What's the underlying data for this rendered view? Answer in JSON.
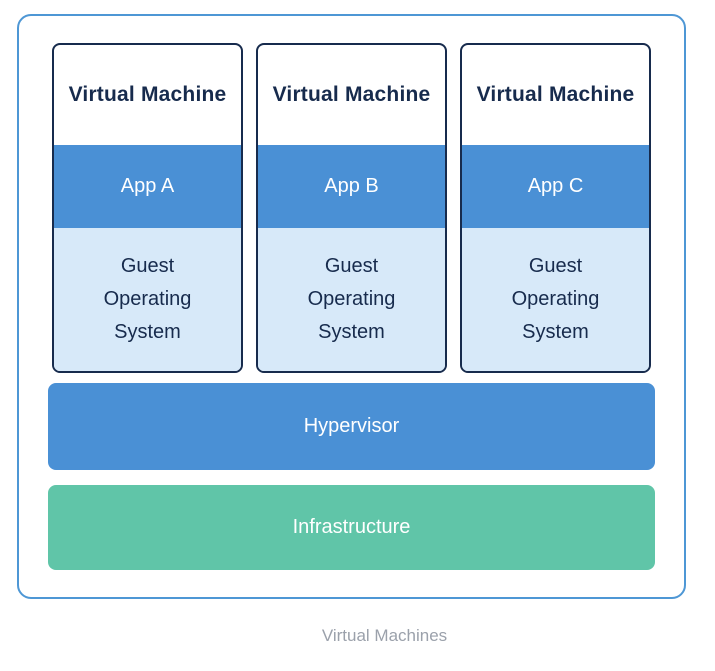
{
  "caption": "Virtual Machines",
  "vms": [
    {
      "title": "Virtual Machine",
      "app": "App A",
      "os": "Guest Operating System"
    },
    {
      "title": "Virtual Machine",
      "app": "App B",
      "os": "Guest Operating System"
    },
    {
      "title": "Virtual Machine",
      "app": "App C",
      "os": "Guest Operating System"
    }
  ],
  "layers": {
    "hypervisor": "Hypervisor",
    "infrastructure": "Infrastructure"
  },
  "colors": {
    "outer_border": "#4E97D5",
    "vm_border": "#172B4D",
    "app_bar_bg": "#4A90D5",
    "guest_os_bg": "#D7E9F9",
    "hypervisor_bg": "#4A90D5",
    "infrastructure_bg": "#60C5A8",
    "title_text": "#172B4D",
    "bar_text": "#FFFFFF",
    "caption_text": "#9BA1AB"
  }
}
